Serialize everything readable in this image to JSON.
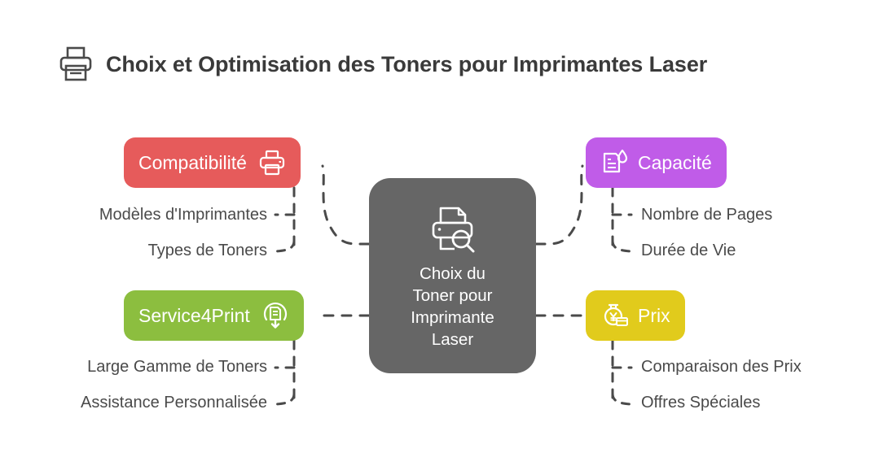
{
  "header": {
    "title": "Choix et Optimisation des Toners pour Imprimantes Laser",
    "icon": "printer-icon",
    "title_color": "#3a3a3a"
  },
  "colors": {
    "background": "#ffffff",
    "center": "#666666",
    "compatibilite": "#E65B5B",
    "capacite": "#C05CE8",
    "service4print": "#8CBE3F",
    "prix": "#E1CB1C",
    "leaf_text": "#4a4a4a",
    "connector": "#4a4a4a"
  },
  "center": {
    "label": "Choix du\nToner pour\nImprimante\nLaser",
    "icon": "printer-search-icon"
  },
  "branches": [
    {
      "id": "compatibilite",
      "label": "Compatibilité",
      "icon": "printer-icon",
      "color": "#E65B5B",
      "icon_side": "right",
      "children": [
        "Modèles d'Imprimantes",
        "Types de Toners"
      ]
    },
    {
      "id": "capacite",
      "label": "Capacité",
      "icon": "document-droplet-icon",
      "color": "#C05CE8",
      "icon_side": "left",
      "children": [
        "Nombre de Pages",
        "Durée de Vie"
      ]
    },
    {
      "id": "service4print",
      "label": "Service4Print",
      "icon": "document-download-icon",
      "color": "#8CBE3F",
      "icon_side": "right",
      "children": [
        "Large Gamme de Toners",
        "Assistance Personnalisée"
      ]
    },
    {
      "id": "prix",
      "label": "Prix",
      "icon": "coin-card-icon",
      "color": "#E1CB1C",
      "icon_side": "left",
      "children": [
        "Comparaison des Prix",
        "Offres Spéciales"
      ]
    }
  ],
  "leaves": {
    "modeles": "Modèles d'Imprimantes",
    "types": "Types de Toners",
    "gamme": "Large Gamme de Toners",
    "assistance": "Assistance Personnalisée",
    "pages": "Nombre de Pages",
    "duree": "Durée de Vie",
    "comparaison": "Comparaison des Prix",
    "offres": "Offres Spéciales"
  }
}
